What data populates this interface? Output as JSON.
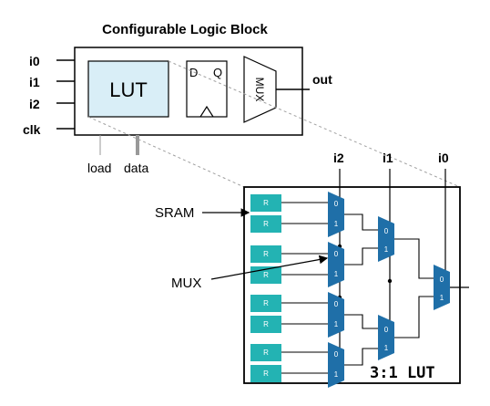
{
  "clb": {
    "title": "Configurable Logic Block",
    "inputs": [
      "i0",
      "i1",
      "i2",
      "clk"
    ],
    "lut_label": "LUT",
    "ff_d": "D",
    "ff_q": "Q",
    "mux_label": "MUX",
    "output": "out",
    "load_label": "load",
    "data_label": "data"
  },
  "lut_detail": {
    "select_labels": [
      "i2",
      "i1",
      "i0"
    ],
    "sram_callout": "SRAM",
    "mux_callout": "MUX",
    "sram_cell_label": "R",
    "mux_top_label": "0",
    "mux_bottom_label": "1",
    "caption": "3:1 LUT"
  },
  "colors": {
    "lut_fill": "#d9eef7",
    "sram_fill": "#23b3b3",
    "mux_fill": "#1f6fa8",
    "line": "#000000",
    "dotted": "#a0a0a0"
  }
}
